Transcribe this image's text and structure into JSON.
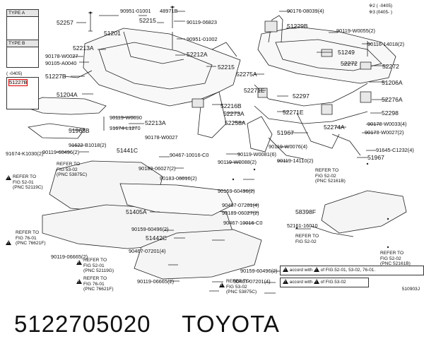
{
  "type_labels": {
    "type_a": "TYPE A",
    "type_b": "TYPE B",
    "date_range": "( -0405)",
    "hl_part": "51227B"
  },
  "notes": {
    "note2": "※2 ( -0405)",
    "note3": "※3 (0405- )"
  },
  "labels": [
    {
      "id": "l1",
      "text": "90951-01001"
    },
    {
      "id": "l2",
      "text": "48971B"
    },
    {
      "id": "l3",
      "text": "52257"
    },
    {
      "id": "l4",
      "text": "52215"
    },
    {
      "id": "l5",
      "text": "51201"
    },
    {
      "id": "l6",
      "text": "90119-06823"
    },
    {
      "id": "l7",
      "text": "90951-01002"
    },
    {
      "id": "l8",
      "text": "52213A"
    },
    {
      "id": "l9",
      "text": "52212A"
    },
    {
      "id": "l10",
      "text": "90178-W0027"
    },
    {
      "id": "l11",
      "text": "90105-A0040"
    },
    {
      "id": "l12",
      "text": "52215"
    },
    {
      "id": "l13",
      "text": "51227B"
    },
    {
      "id": "l14",
      "text": "51204A"
    },
    {
      "id": "l15",
      "text": "90119-W0090"
    },
    {
      "id": "l16",
      "text": "91674-L1270"
    },
    {
      "id": "l17",
      "text": "52213A"
    },
    {
      "id": "l18",
      "text": "90178-W0027"
    },
    {
      "id": "l19",
      "text": "51963B"
    },
    {
      "id": "l20",
      "text": "91622-B1018(2)"
    },
    {
      "id": "l21",
      "text": "90119-60496(2)"
    },
    {
      "id": "l22",
      "text": "91674-K1030(2)"
    },
    {
      "id": "l23",
      "text": "51441C"
    },
    {
      "id": "l24",
      "text": "90467-10016-C0"
    },
    {
      "id": "l25",
      "text": "90189-06027(2)"
    },
    {
      "id": "l26",
      "text": "90183-06010(2)"
    },
    {
      "id": "l27",
      "text": "90159-60496(2)"
    },
    {
      "id": "l28",
      "text": "90467-07201(4)"
    },
    {
      "id": "l29",
      "text": "51405A"
    },
    {
      "id": "l30",
      "text": "90189-06027(2)"
    },
    {
      "id": "l31",
      "text": "90467-10016-C0"
    },
    {
      "id": "l32",
      "text": "90159-60496(2)"
    },
    {
      "id": "l33",
      "text": "51442C"
    },
    {
      "id": "l34",
      "text": "90159-60496(2)"
    },
    {
      "id": "l35",
      "text": "90467-07201(4)"
    },
    {
      "id": "l36",
      "text": "90119-06665(2)"
    },
    {
      "id": "l37",
      "text": "90119-06665(2)"
    },
    {
      "id": "l38",
      "text": "90467-07201(4)"
    },
    {
      "id": "l39",
      "text": "90176-08039(4)"
    },
    {
      "id": "l40",
      "text": "51229B"
    },
    {
      "id": "l41",
      "text": "90119-W0055(2)"
    },
    {
      "id": "l42",
      "text": "90116-14018(2)"
    },
    {
      "id": "l43",
      "text": "51249"
    },
    {
      "id": "l44",
      "text": "52272"
    },
    {
      "id": "l45",
      "text": "52272"
    },
    {
      "id": "l46",
      "text": "52275A"
    },
    {
      "id": "l47",
      "text": "51206A"
    },
    {
      "id": "l48",
      "text": "52271E"
    },
    {
      "id": "l49",
      "text": "52297"
    },
    {
      "id": "l50",
      "text": "52276A"
    },
    {
      "id": "l51",
      "text": "52216B"
    },
    {
      "id": "l52",
      "text": "52273A"
    },
    {
      "id": "l53",
      "text": "52271E"
    },
    {
      "id": "l54",
      "text": "52298"
    },
    {
      "id": "l55",
      "text": "52258A"
    },
    {
      "id": "l56",
      "text": "52274A"
    },
    {
      "id": "l57",
      "text": "90178-W0033(4)"
    },
    {
      "id": "l58",
      "text": "51967"
    },
    {
      "id": "l59",
      "text": "90119-W0076(4)"
    },
    {
      "id": "l60",
      "text": "90178-W0027(2)"
    },
    {
      "id": "l61",
      "text": "90119-W0081(6)"
    },
    {
      "id": "l62",
      "text": "90119-W0088(2)"
    },
    {
      "id": "l63",
      "text": "90119-14110(2)"
    },
    {
      "id": "l64",
      "text": "91645-C1232(4)"
    },
    {
      "id": "l65",
      "text": "51967"
    },
    {
      "id": "l66",
      "text": "58398F"
    },
    {
      "id": "l67",
      "text": "52161-16010"
    }
  ],
  "refs": [
    {
      "id": "r1",
      "text": "REFER TO\nFIG 53-02\n(PNC 53875C)"
    },
    {
      "id": "r2",
      "text": "REFER TO\nFIG 52-01\n(PNC 52119C)"
    },
    {
      "id": "r3",
      "text": "REFER TO\nFIG 76-01\n(PNC 76621F)"
    },
    {
      "id": "r4",
      "text": "REFER TO\nFIG 52-01\n(PNC 52119G)"
    },
    {
      "id": "r5",
      "text": "REFER TO\nFIG 76-01\n(PNC 76621F)"
    },
    {
      "id": "r6",
      "text": "REFER TO\nFIG 53-02\n(PNC 53875C)"
    },
    {
      "id": "r7",
      "text": "REFER TO\nFIG 52-02\n(PNC 52161B)"
    },
    {
      "id": "r8",
      "text": "REFER TO\nFIG 52-02"
    },
    {
      "id": "r9",
      "text": "REFER TO\nFIG 52-02\n(PNC 52161B)"
    }
  ],
  "legend": {
    "row1_a": "accord with",
    "row1_b": "of FIG.52-01, 53-02, 76-01.",
    "row2_a": "accord with",
    "row2_b": "of FIG.53-02"
  },
  "diagram_code": "510903J",
  "footer": {
    "part_number": "5122705020",
    "brand": "TOYOTA"
  }
}
